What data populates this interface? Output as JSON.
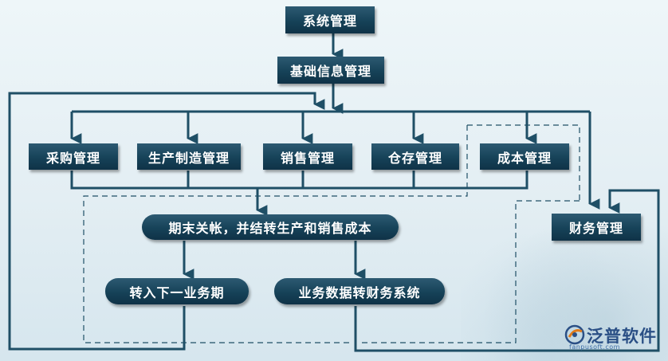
{
  "diagram": {
    "nodes": {
      "system_mgmt": "系统管理",
      "basic_info": "基础信息管理",
      "purchase": "采购管理",
      "production": "生产制造管理",
      "sales": "销售管理",
      "warehouse": "仓存管理",
      "cost": "成本管理",
      "finance": "财务管理",
      "period_close": "期末关帐，并结转生产和销售成本",
      "next_period": "转入下一业务期",
      "to_finance": "业务数据转财务系统"
    },
    "colors": {
      "box": "#164258",
      "line": "#1f4f66",
      "dashed": "#1f4f66",
      "background": "#e3eef3"
    }
  },
  "logo": {
    "text": "泛普软件",
    "url": "fanpusoft.com"
  }
}
